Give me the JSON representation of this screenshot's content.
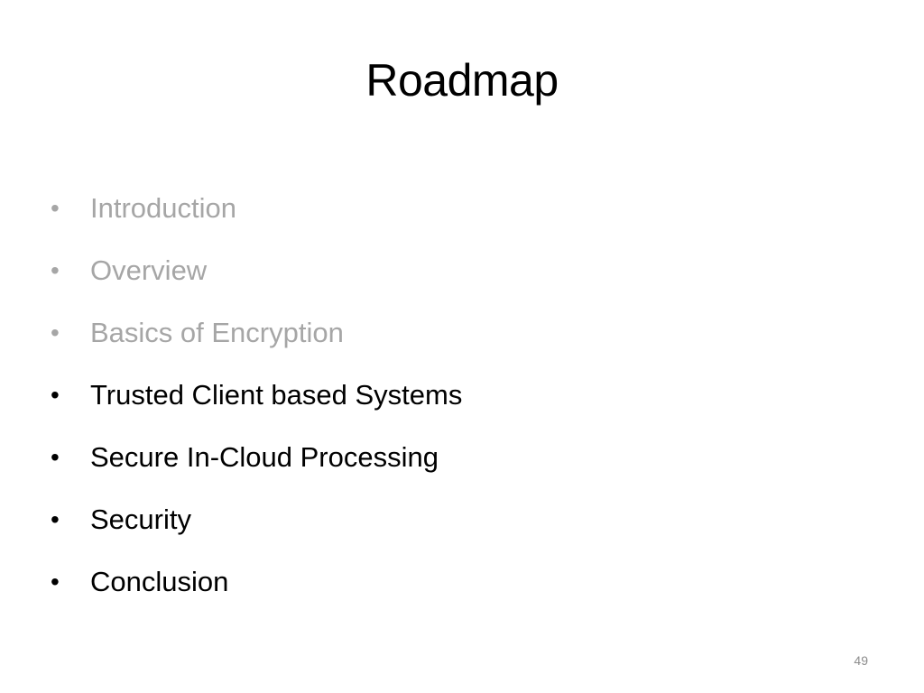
{
  "slide": {
    "title": "Roadmap",
    "page_number": "49",
    "bullet_glyph": "•",
    "colors": {
      "muted": "#a6a6a6",
      "active": "#000000",
      "page_number": "#8c8c8c",
      "background": "#ffffff"
    },
    "items": [
      {
        "label": "Introduction",
        "state": "muted"
      },
      {
        "label": "Overview",
        "state": "muted"
      },
      {
        "label": "Basics of Encryption",
        "state": "muted"
      },
      {
        "label": "Trusted Client based Systems",
        "state": "active"
      },
      {
        "label": "Secure In-Cloud Processing",
        "state": "active"
      },
      {
        "label": "Security",
        "state": "active"
      },
      {
        "label": "Conclusion",
        "state": "active"
      }
    ]
  }
}
